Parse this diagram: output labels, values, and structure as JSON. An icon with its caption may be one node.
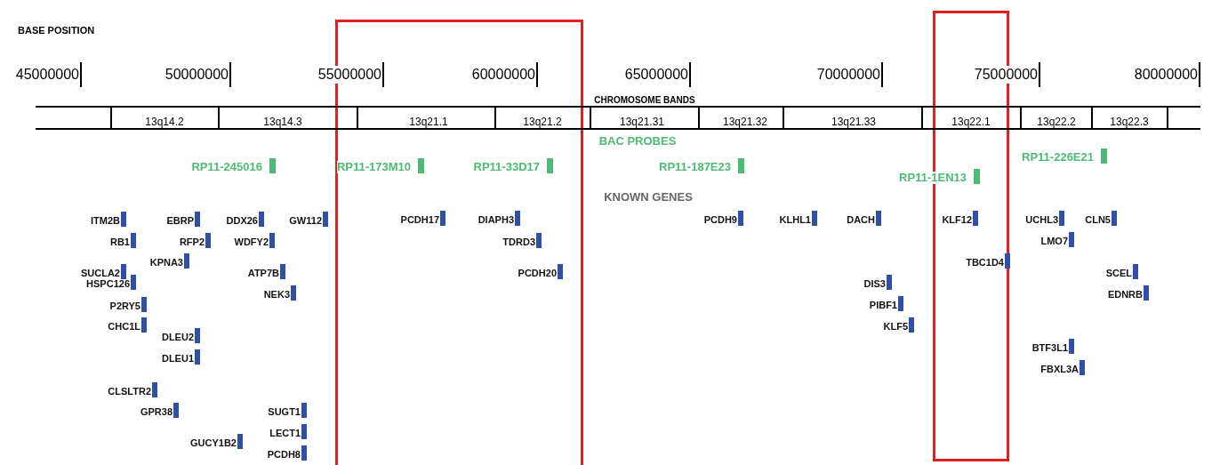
{
  "diagram": {
    "labels": [
      "BASE POSITION",
      "45000000",
      "50000000",
      "55000000",
      "60000000",
      "65000000",
      "70000000",
      "75000000",
      "80000000",
      "CHROMOSOME BANDS",
      "13q14.2",
      "13q14.3",
      "13q21.1",
      "13q21.2",
      "13q21.31",
      "13q21.32",
      "13q21.33",
      "13q22.1",
      "13q22.2",
      "13q22.3",
      "BAC PROBES",
      "RP11-245016",
      "RP11-173M10",
      "RP11-33D17",
      "RP11-187E23",
      "RP11-1EN13",
      "RP11-226E21",
      "KNOWN GENES",
      "ITM2B",
      "EBRP",
      "DDX26",
      "GW112",
      "RB1",
      "RFP2",
      "WDFY2",
      "KPNA3",
      "SUCLA2",
      "ATP7B",
      "HSPC126",
      "NEK3",
      "P2RY5",
      "CHC1L",
      "DLEU2",
      "DLEU1",
      "CLSLTR2",
      "GPR38",
      "SUGT1",
      "LECT1",
      "GUCY1B2",
      "PCDH8",
      "PCDH17",
      "DIAPH3",
      "TDRD3",
      "PCDH20",
      "PCDH9",
      "KLHL1",
      "DACH",
      "DIS3",
      "PIBF1",
      "KLF5",
      "KLF12",
      "UCHL3",
      "CLN5",
      "LMO7",
      "TBC1D4",
      "SCEL",
      "EDNRB",
      "BTF3L1",
      "FBXL3A"
    ]
  }
}
